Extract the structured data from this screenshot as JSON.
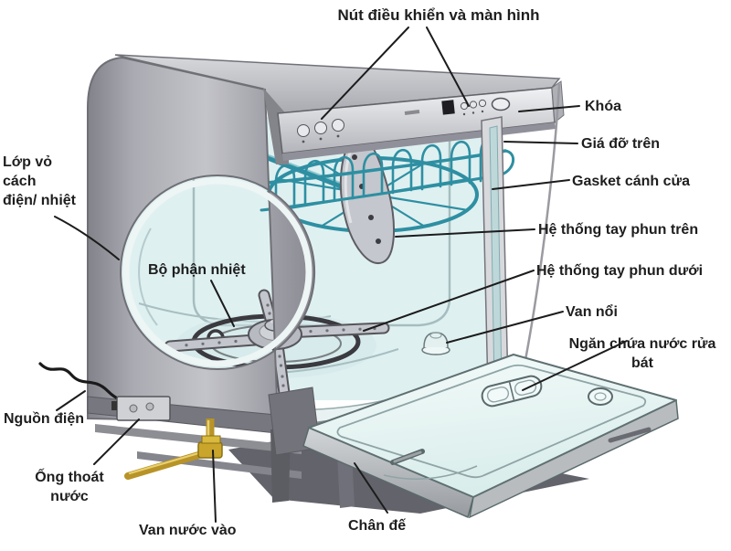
{
  "labels": {
    "control": "Nút điều khiển và màn hình",
    "lock": "Khóa",
    "upper_rack": "Giá đỡ trên",
    "door_gasket": "Gasket cánh cửa",
    "upper_spray": "Hệ thống tay phun trên",
    "lower_spray": "Hệ thống tay phun dưới",
    "float_valve": "Van nổi",
    "detergent_dispenser": "Ngăn chứa nước rửa\nbát",
    "insulation": "Lớp vỏ\ncách\nđiện/ nhiệt",
    "heating_element": "Bộ phận nhiệt",
    "power_source": "Nguồn điện",
    "drain_pipe": "Ống thoát\nnước",
    "water_inlet_valve": "Van nước vào",
    "base_foot": "Chân đế"
  },
  "colors": {
    "leader_line": "#1c1c1c",
    "label_text": "#1e1e1e",
    "shell_gray": "#9b9ca3",
    "panel_silver": "#d9dadd",
    "tub_blue": "#dff0f1",
    "rack_teal": "#2e8fa2",
    "heating_dark": "#3a3a40",
    "pipe_brass": "#c9a52c",
    "base_dark": "#6a6a72",
    "door_pale": "#e9f5f4",
    "background": "#ffffff"
  }
}
